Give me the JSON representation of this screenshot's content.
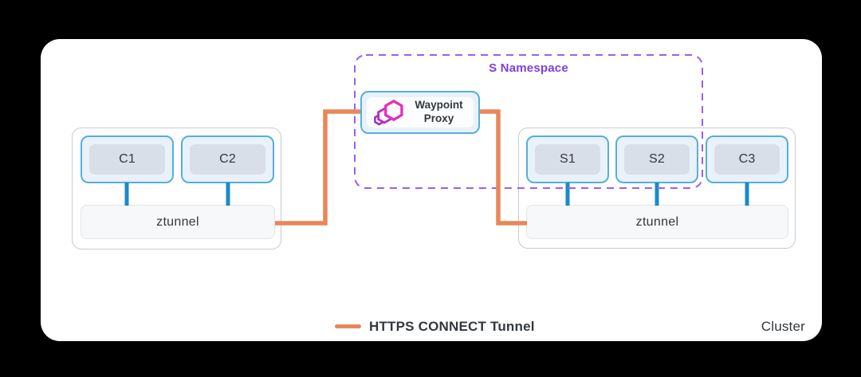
{
  "colors": {
    "background": "#000000",
    "card": "#ffffff",
    "text": "#33383e",
    "orange": "#e8875a",
    "blue_line": "#1c89c8",
    "pod_border": "#54b0d9",
    "pod_fill": "#e9f1fa",
    "pod_inner": "#d9dfe9",
    "group_border": "#c6ccd3",
    "ztunnel_fill": "#f7f8f9",
    "ztunnel_border": "#e2e5e9",
    "purple": "#9b5ef0",
    "purple_text": "#7b40e2",
    "icon_pink": "#e231b2",
    "icon_mid": "#bd2cc3",
    "icon_purple": "#9030d2"
  },
  "namespace": {
    "label": "S Namespace"
  },
  "waypoint": {
    "label": "Waypoint Proxy",
    "icon": "waypoint-hexagon-stack-icon"
  },
  "left_node": {
    "pods": [
      {
        "label": "C1"
      },
      {
        "label": "C2"
      }
    ],
    "ztunnel_label": "ztunnel"
  },
  "right_node": {
    "pods": [
      {
        "label": "S1"
      },
      {
        "label": "S2"
      },
      {
        "label": "C3"
      }
    ],
    "ztunnel_label": "ztunnel"
  },
  "legend": {
    "tunnel_label": "HTTPS CONNECT Tunnel"
  },
  "cluster_label": "Cluster"
}
